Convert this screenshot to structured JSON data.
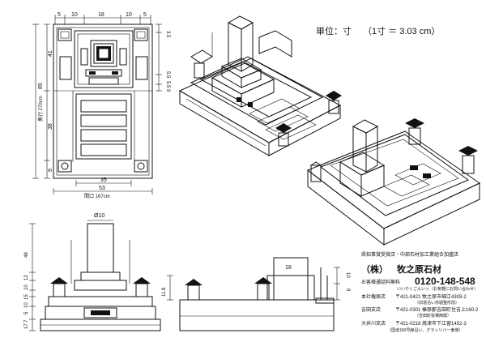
{
  "scale_note": {
    "label": "単位：寸",
    "conversion": "（1寸 ＝ 3.03 cm）"
  },
  "plan_view": {
    "top_dims": [
      "5",
      "10",
      "18",
      "10",
      "5"
    ],
    "right_dims": [
      "3.5",
      "5.5",
      "5.5",
      "9"
    ],
    "left_dims": [
      "41",
      "38",
      "9"
    ],
    "outer_depth": "奥行 270cm",
    "outer_depth_num": "89",
    "bottom_inner": "35",
    "bottom_outer": "53",
    "width_label": "間口 167cm"
  },
  "front_view": {
    "top_dim": "Ø10",
    "left_dims": [
      "48",
      "12",
      "10",
      "15",
      "10",
      "5",
      "7",
      "17"
    ]
  },
  "side_view": {
    "dims": [
      "11.8",
      "18",
      "10",
      "9"
    ]
  },
  "company": {
    "header_line": "県知事賞受賞店・中部石材加工業組合加盟店",
    "brand_prefix": "（株）",
    "brand_name": "牧之原石材",
    "free_call_label": "お客様通話料無料",
    "free_call_sub": "いいやくごんいっ（お気軽にお問い合わせ）",
    "phone": "0120-148-548",
    "offices": [
      {
        "name": "本社権原店",
        "address": "〒421-0421 牧之原市細江4309-2",
        "note": "（旧道沿い赤堀整形前）"
      },
      {
        "name": "吉田支店",
        "address": "〒421-0301 榛原郡吉田町住吉上160-2",
        "note": "（吉田町役場西側）"
      },
      {
        "name": "大井川支店",
        "address": "〒421-0218 焼津市下江留1452-3",
        "note": "（国道150号線沿い、グランリバー東側）"
      }
    ]
  }
}
